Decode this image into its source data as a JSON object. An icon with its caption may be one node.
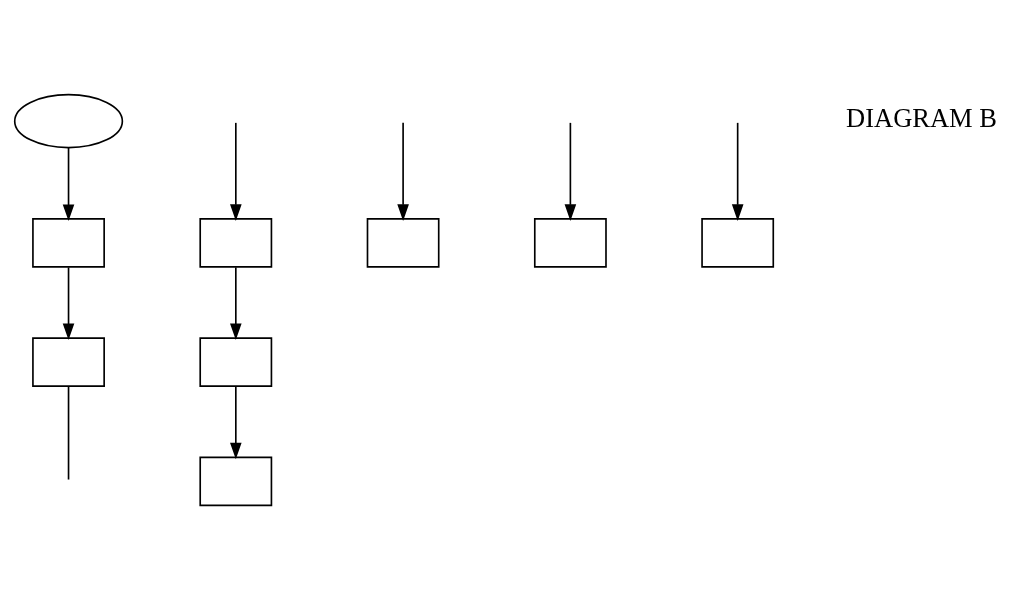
{
  "diagram": {
    "nodes": [
      {
        "text": [],
        "shape": "ellipse"
      },
      {
        "text": [],
        "shape": "box"
      },
      {
        "text": [],
        "shape": "box"
      },
      {
        "text": [],
        "shape": "box"
      },
      {
        "text": [],
        "shape": "box"
      },
      {
        "text": [],
        "shape": "box"
      },
      {
        "text": [],
        "shape": "box"
      },
      {
        "text": [],
        "shape": "box"
      },
      {
        "text": [],
        "shape": "box"
      }
    ],
    "edges": [
      {
        "from": null,
        "to": 1,
        "arrow": "to"
      },
      {
        "from": 0,
        "to": 2,
        "arrow": "to"
      },
      {
        "from": 2,
        "to": 3,
        "arrow": "to"
      },
      {
        "from": 3,
        "to": null,
        "arrow": "none"
      },
      {
        "from": 1,
        "to": 4,
        "arrow": "to"
      },
      {
        "from": 4,
        "to": 5,
        "arrow": "to"
      },
      {
        "from": null,
        "to": 6,
        "arrow": "to"
      },
      {
        "from": null,
        "to": 7,
        "arrow": "to"
      },
      {
        "from": null,
        "to": 8,
        "arrow": "to"
      }
    ],
    "labels": [
      "DIAGRAM B"
    ]
  }
}
